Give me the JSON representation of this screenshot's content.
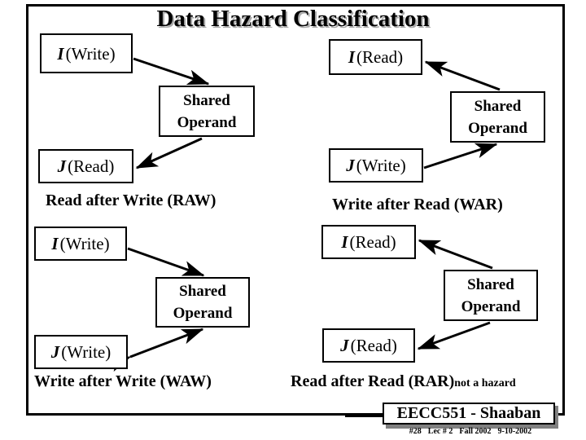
{
  "slide": {
    "title": "Data Hazard Classification",
    "background": "#ffffff",
    "ink": "#000000",
    "shadow_color": "#a9a9a9"
  },
  "quadrants": [
    {
      "id": "raw",
      "caption": "Read after Write  (RAW)",
      "top_box": {
        "letter": "I",
        "op": "(Write)"
      },
      "middle_box": {
        "line1": "Shared",
        "line2": "Operand"
      },
      "bottom_box": {
        "letter": "J",
        "op": "(Read)"
      },
      "flow": "I-writes-to-operand-then-J-reads"
    },
    {
      "id": "war",
      "caption": "Write after Read (WAR)",
      "top_box": {
        "letter": "I",
        "op": "(Read)"
      },
      "middle_box": {
        "line1": "Shared",
        "line2": "Operand"
      },
      "bottom_box": {
        "letter": "J",
        "op": "(Write)"
      },
      "flow": "J-writes-to-operand-operand-read-by-I"
    },
    {
      "id": "waw",
      "caption": "Write after Write  (WAW)",
      "top_box": {
        "letter": "I",
        "op": "(Write)"
      },
      "middle_box": {
        "line1": "Shared",
        "line2": "Operand"
      },
      "bottom_box": {
        "letter": "J",
        "op": "(Write)"
      },
      "flow": "both-write-to-operand"
    },
    {
      "id": "rar",
      "caption": "Read after Read  (RAR)",
      "caption_note": "not a hazard",
      "top_box": {
        "letter": "I",
        "op": "(Read)"
      },
      "middle_box": {
        "line1": "Shared",
        "line2": "Operand"
      },
      "bottom_box": {
        "letter": "J",
        "op": "(Read)"
      },
      "flow": "operand-read-by-both"
    }
  ],
  "footer": {
    "course": "EECC551 - Shaaban",
    "slide_number": "#28",
    "lecture": "Lec # 2",
    "term": "Fall 2002",
    "date": "9-10-2002"
  }
}
